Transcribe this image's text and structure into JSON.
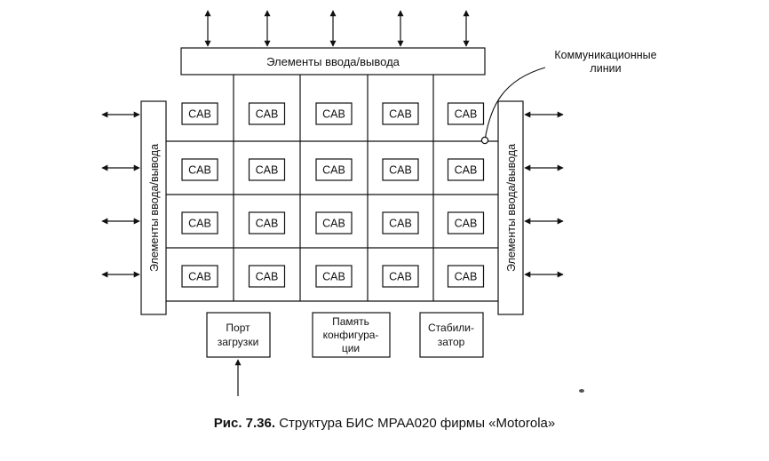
{
  "diagram": {
    "io_top": "Элементы ввода/вывода",
    "io_left": "Элементы ввода/вывода",
    "io_right": "Элементы ввода/вывода",
    "cell_label": "CAB",
    "comm_lines_line1": "Коммуникационные",
    "comm_lines_line2": "линии",
    "boot_port_line1": "Порт",
    "boot_port_line2": "загрузки",
    "config_memory_line1": "Память",
    "config_memory_line2": "конфигура-",
    "config_memory_line3": "ции",
    "stabilizer_line1": "Стабили-",
    "stabilizer_line2": "затор",
    "grid": {
      "rows": 4,
      "cols": 5
    }
  },
  "caption": {
    "label": "Рис. 7.36.",
    "text": " Структура БИС МРАА020 фирмы «Motorola»"
  },
  "colors": {
    "ink": "#111111",
    "background": "#ffffff"
  }
}
